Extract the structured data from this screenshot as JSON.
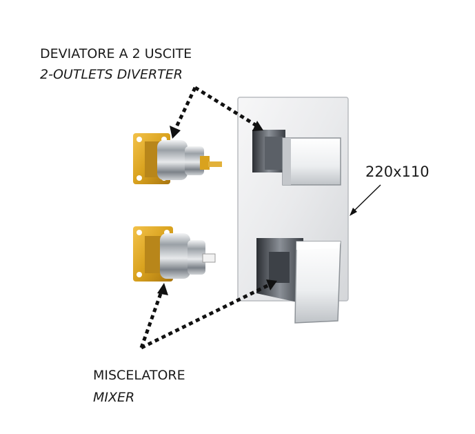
{
  "labels": {
    "diverter_it": "DEVIATORE A 2 USCITE",
    "diverter_en": "2-OUTLETS  DIVERTER",
    "mixer_it": "MISCELATORE",
    "mixer_en": "MIXER",
    "dimensions": "220x110"
  },
  "colors": {
    "brass": "#d9a21e",
    "chrome": "#c9ccd0",
    "arrow": "#111111"
  }
}
